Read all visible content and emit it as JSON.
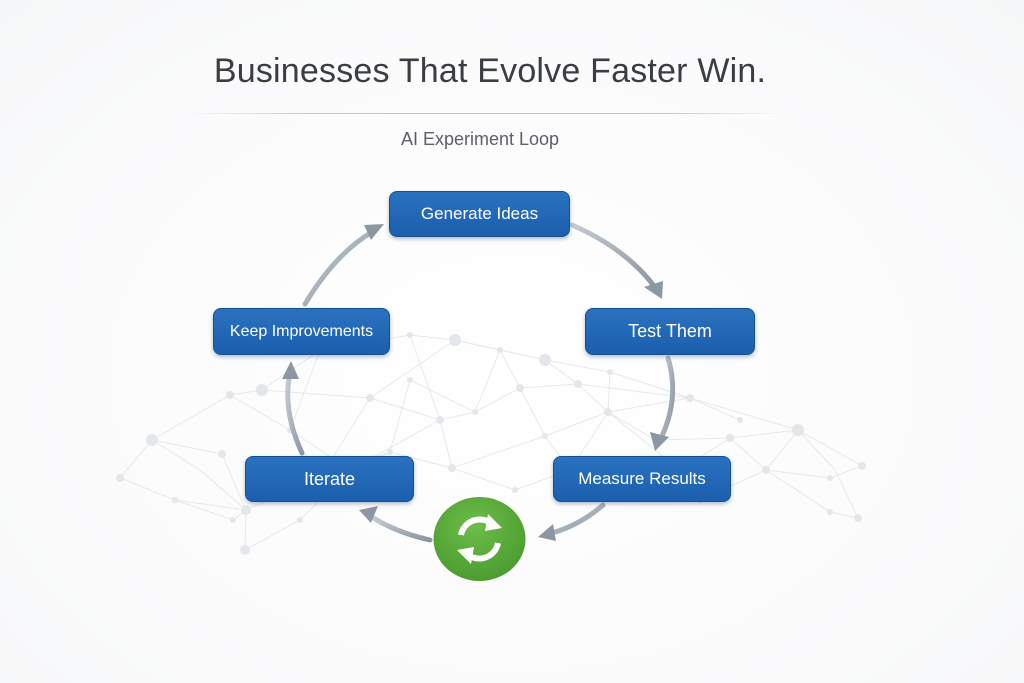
{
  "header": {
    "title": "Businesses That Evolve Faster Win.",
    "subtitle": "AI Experiment Loop"
  },
  "loop": {
    "steps": [
      {
        "label": "Generate Ideas"
      },
      {
        "label": "Test Them"
      },
      {
        "label": "Measure Results"
      },
      {
        "label": "Iterate"
      },
      {
        "label": "Keep Improvements"
      }
    ],
    "center_icon": "refresh-cycle-icon"
  },
  "colors": {
    "step_fill": "#1f63b1",
    "step_text": "#ffffff",
    "arrow": "#9aa3ad",
    "cycle_green": "#5aa83a",
    "title_text": "#3a3d42"
  }
}
